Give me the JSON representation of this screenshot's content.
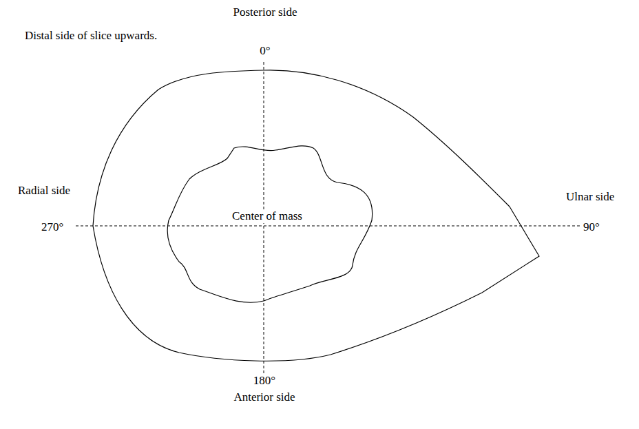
{
  "diagram": {
    "labels": [
      "Posterior side",
      "Distal side of slice upwards.",
      "0°",
      "Radial side",
      "270°",
      "Center of mass",
      "Ulnar side",
      "90°",
      "180°",
      "Anterior side"
    ]
  }
}
